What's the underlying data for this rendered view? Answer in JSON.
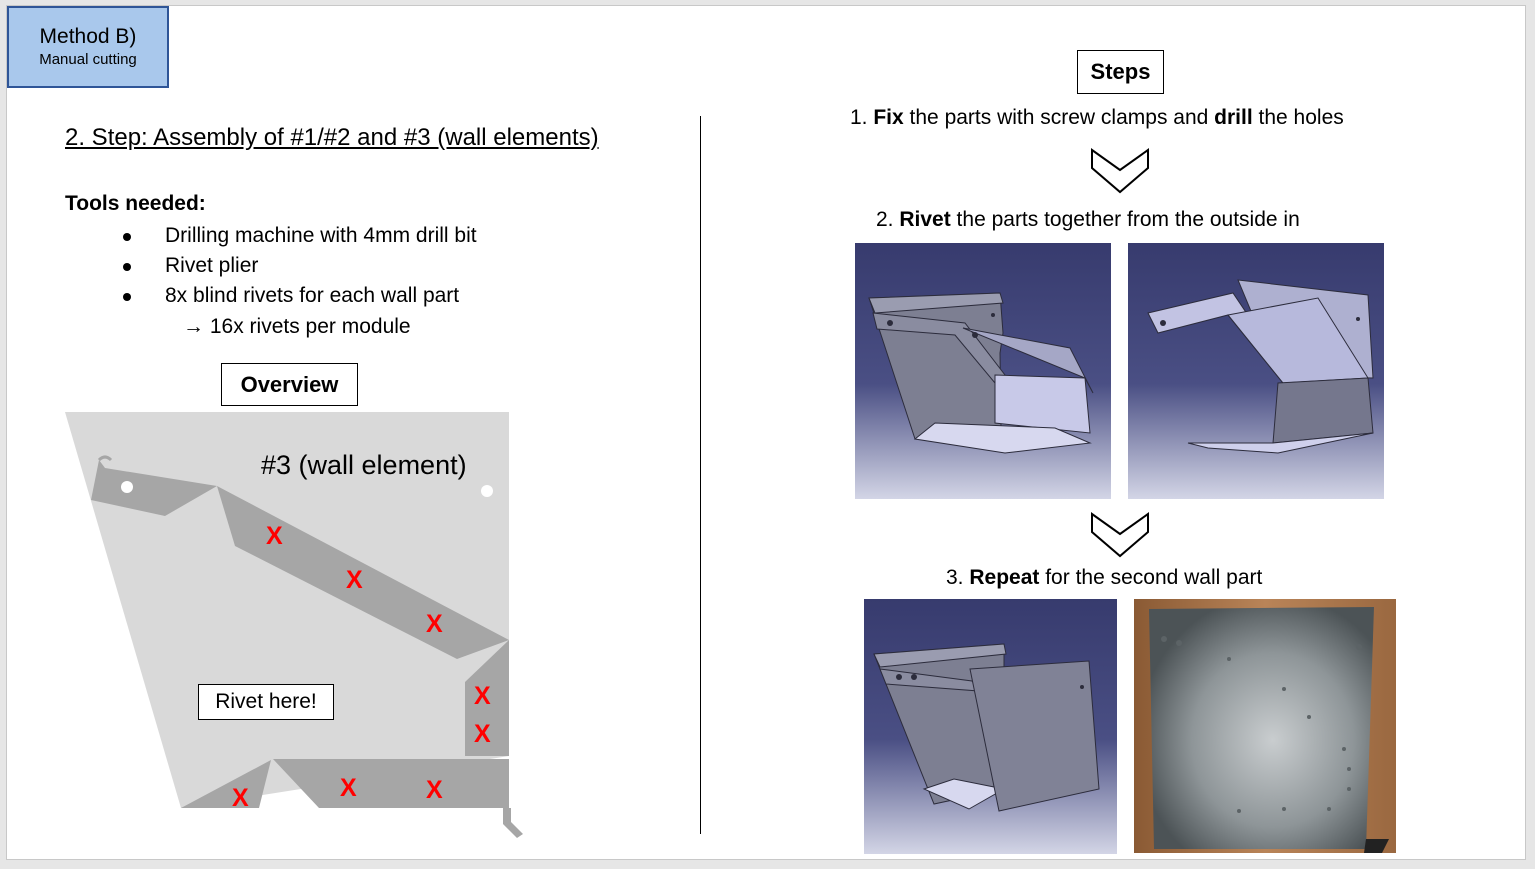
{
  "method": {
    "title": "Method B)",
    "subtitle": "Manual cutting"
  },
  "step_title": "2. Step: Assembly of #1/#2 and #3 (wall elements)",
  "tools": {
    "heading": "Tools needed:",
    "items": [
      "Drilling machine with 4mm drill bit",
      "Rivet plier",
      "8x blind rivets for each wall part"
    ],
    "note": "16x rivets per module",
    "note_arrow": "→"
  },
  "overview": {
    "label": "Overview",
    "part_label": "#3 (wall element)",
    "rivet_label": "Rivet here!",
    "marker": "X"
  },
  "steps": {
    "heading": "Steps",
    "step1": {
      "num": "1.",
      "b1": "Fix",
      "t1": " the parts with screw clamps and ",
      "b2": "drill",
      "t2": " the holes"
    },
    "step2": {
      "num": "2.",
      "b1": "Rivet",
      "t1": " the parts together from the outside in"
    },
    "step3": {
      "num": "3.",
      "b1": "Repeat",
      "t1": " for the second wall part"
    }
  },
  "colors": {
    "method_fill": "#a9c8ec",
    "method_border": "#2f5597",
    "marker": "#ff0000",
    "render_bg_top": "#373b6e",
    "render_bg_bottom": "#c9cce0"
  }
}
